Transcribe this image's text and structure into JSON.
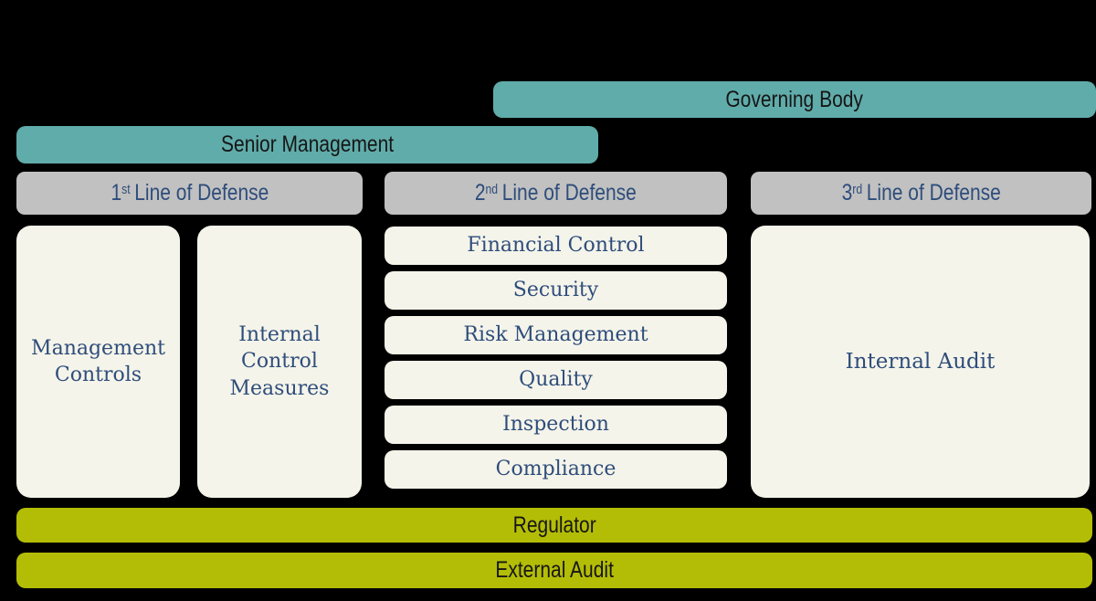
{
  "colors": {
    "background": "#000000",
    "teal": "#60acaa",
    "gray": "#c1c1c1",
    "cream": "#f5f4ea",
    "olive": "#b4bd06",
    "blue": "#2e4d7b"
  },
  "diagram": {
    "governing_body": "Governing Body",
    "senior_management": "Senior Management",
    "columns": [
      {
        "header": {
          "num": "1",
          "ord": "st",
          "label": "Line of Defense"
        },
        "boxes": [
          "Management Controls",
          "Internal Control Measures"
        ]
      },
      {
        "header": {
          "num": "2",
          "ord": "nd",
          "label": "Line of Defense"
        },
        "boxes": [
          "Financial Control",
          "Security",
          "Risk Management",
          "Quality",
          "Inspection",
          "Compliance"
        ]
      },
      {
        "header": {
          "num": "3",
          "ord": "rd",
          "label": "Line of Defense"
        },
        "boxes": [
          "Internal Audit"
        ]
      }
    ],
    "regulator": "Regulator",
    "external_audit": "External Audit"
  }
}
